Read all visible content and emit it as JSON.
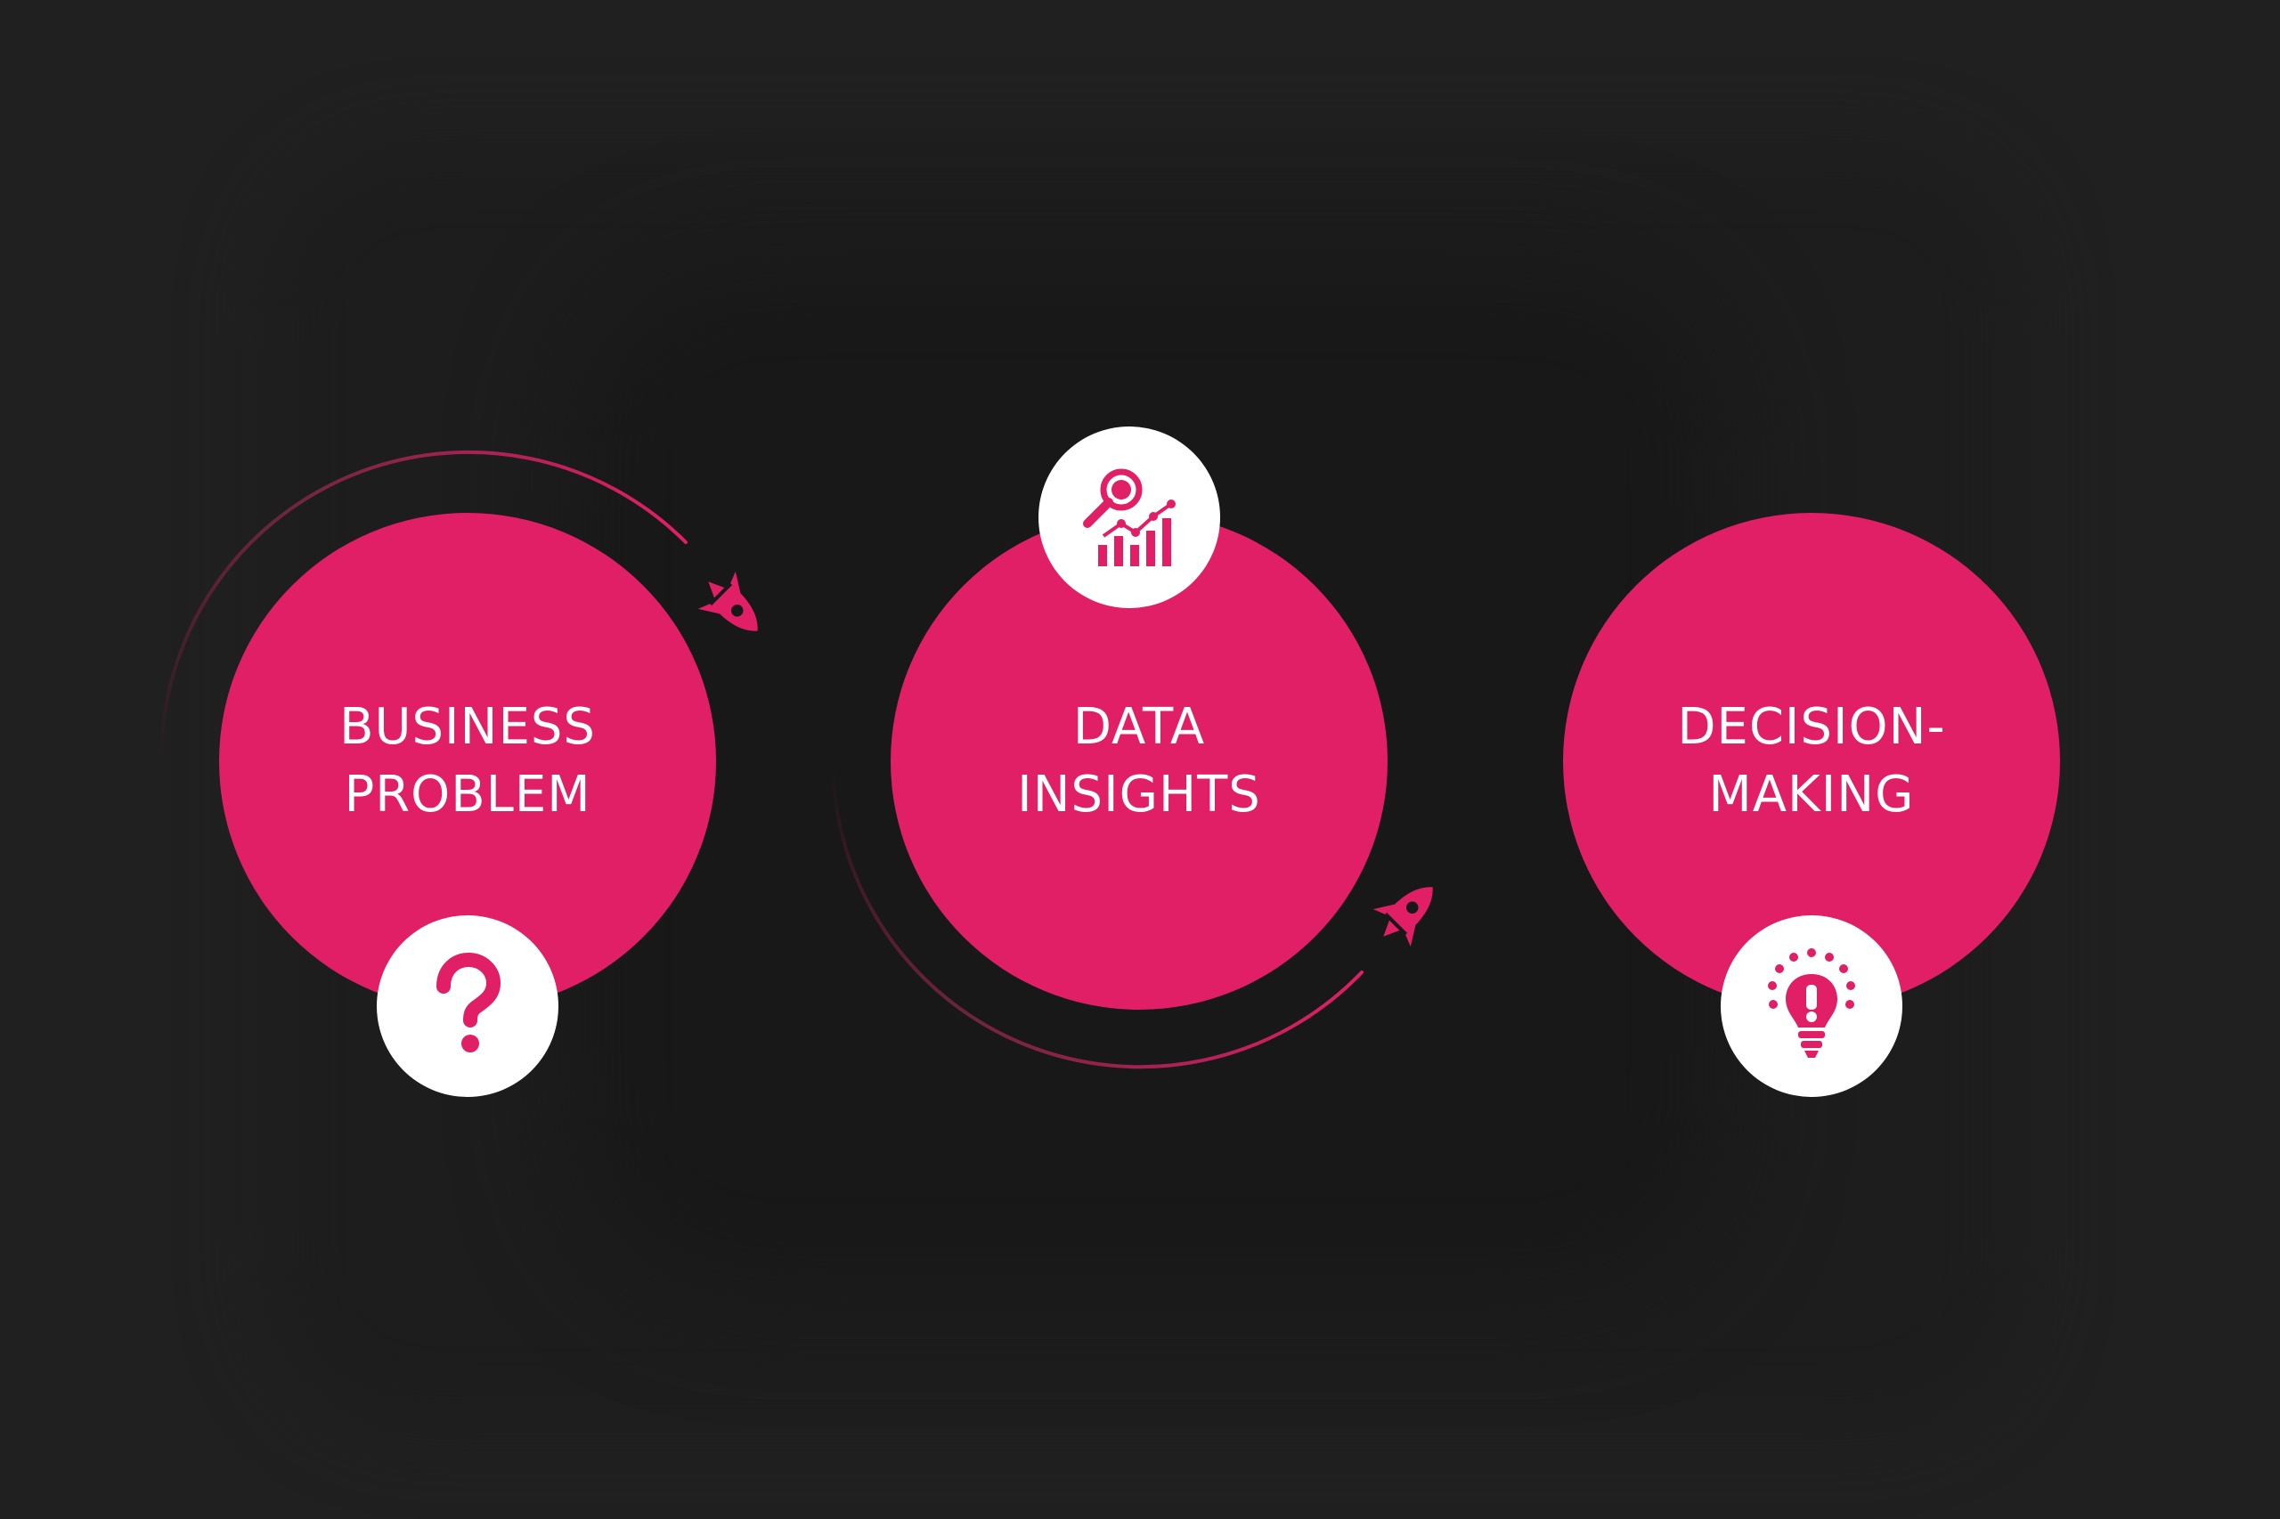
{
  "steps": [
    {
      "line1": "BUSINESS",
      "line2": "PROBLEM",
      "icon": "question-mark-icon"
    },
    {
      "line1": "DATA",
      "line2": "INSIGHTS",
      "icon": "data-analysis-icon"
    },
    {
      "line1": "DECISION-",
      "line2": "MAKING",
      "icon": "lightbulb-icon"
    }
  ],
  "colors": {
    "background": "#202020",
    "accent": "#e01f66",
    "badge": "#ffffff",
    "text": "#ffffff"
  }
}
